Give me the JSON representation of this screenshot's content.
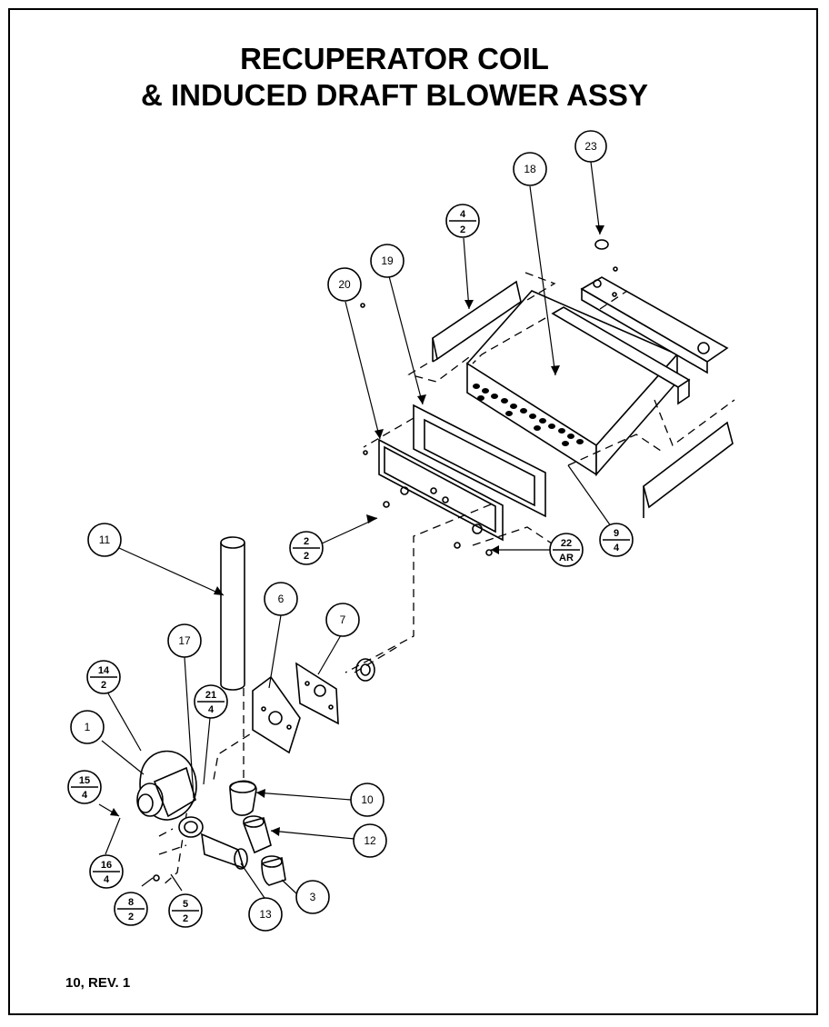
{
  "title": {
    "line1": "RECUPERATOR  COIL",
    "line2": "& INDUCED DRAFT BLOWER ASSY"
  },
  "footer": "10, REV. 1",
  "callouts": {
    "c23": "23",
    "c18": "18",
    "c4_2": {
      "top": "4",
      "bottom": "2"
    },
    "c19": "19",
    "c20": "20",
    "c11": "11",
    "c2_2": {
      "top": "2",
      "bottom": "2"
    },
    "c22_ar": {
      "top": "22",
      "bottom": "AR"
    },
    "c9_4": {
      "top": "9",
      "bottom": "4"
    },
    "c6": "6",
    "c7": "7",
    "c17": "17",
    "c14_2": {
      "top": "14",
      "bottom": "2"
    },
    "c21_4": {
      "top": "21",
      "bottom": "4"
    },
    "c1": "1",
    "c15_4": {
      "top": "15",
      "bottom": "4"
    },
    "c10": "10",
    "c12": "12",
    "c16_4": {
      "top": "16",
      "bottom": "4"
    },
    "c3": "3",
    "c13": "13",
    "c8_2": {
      "top": "8",
      "bottom": "2"
    },
    "c5_2": {
      "top": "5",
      "bottom": "2"
    }
  }
}
